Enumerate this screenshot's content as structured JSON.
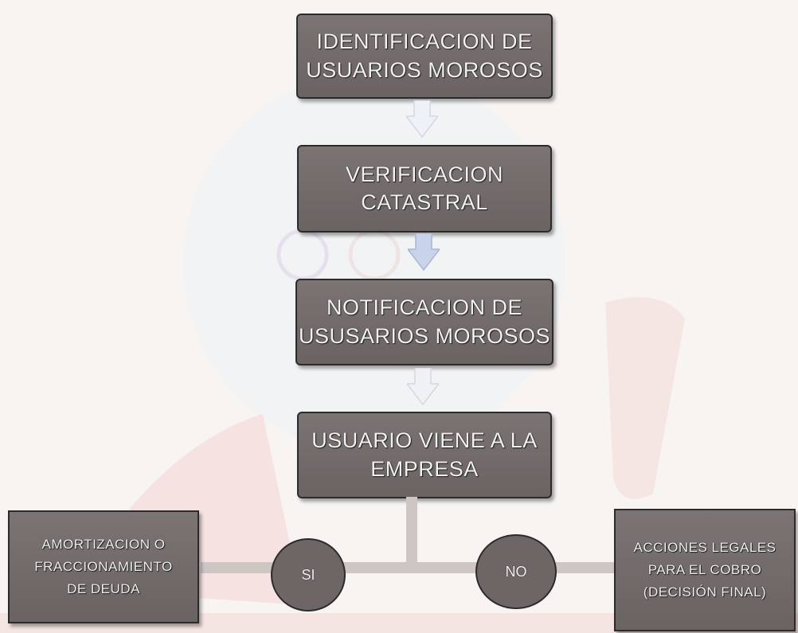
{
  "flow_steps": [
    {
      "label": "IDENTIFICACION DE\nUSUARIOS MOROSOS"
    },
    {
      "label": "VERIFICACION\nCATASTRAL"
    },
    {
      "label": "NOTIFICACION DE\nUSUSARIOS MOROSOS"
    },
    {
      "label": "USUARIO VIENE A LA\nEMPRESA"
    }
  ],
  "branches": {
    "yes": {
      "decision": "SI",
      "outcome": "AMORTIZACION O\nFRACCIONAMIENTO\nDE DEUDA"
    },
    "no": {
      "decision": "NO",
      "outcome": "ACCIONES LEGALES\nPARA EL COBRO\n(DECISIÓN FINAL)"
    }
  },
  "colors": {
    "box_fill": "#6d6665",
    "box_border": "#2b2b2b",
    "text": "#f2f2f2",
    "arrow": "#e6ebf5",
    "connector": "#cdc6c3"
  }
}
